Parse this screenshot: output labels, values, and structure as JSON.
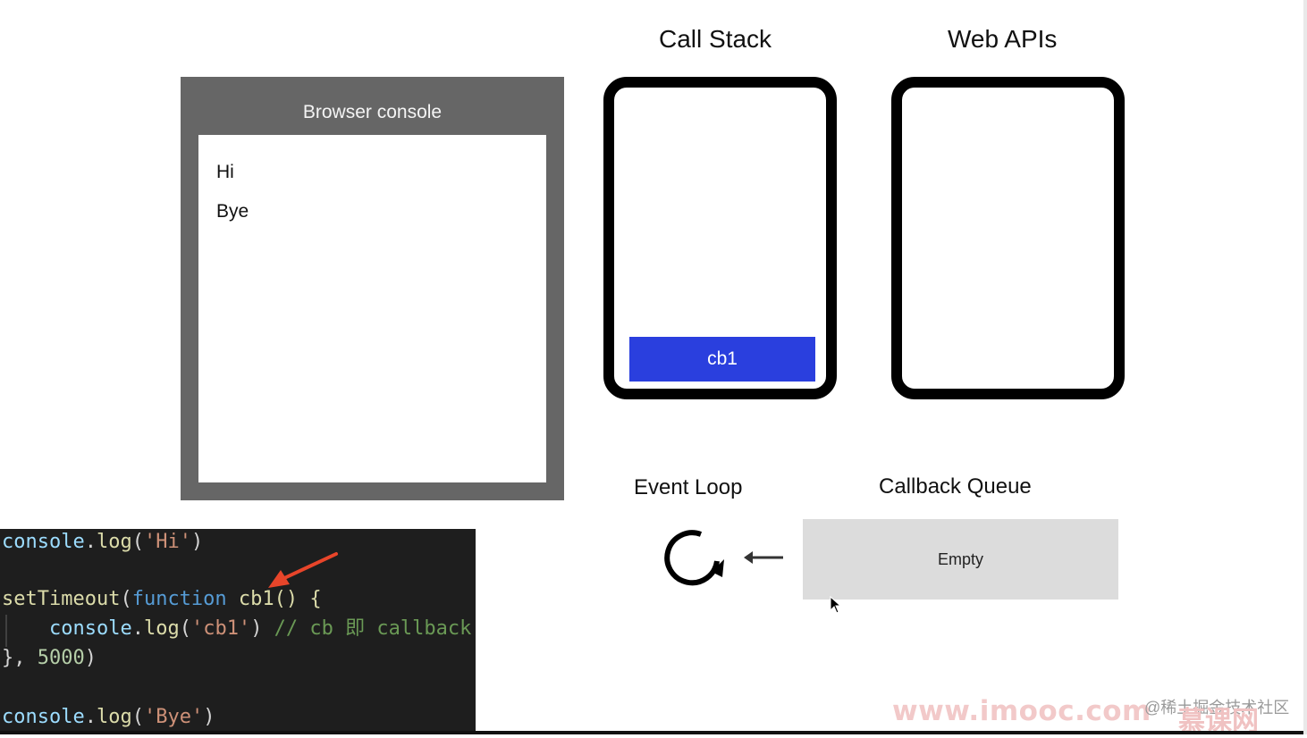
{
  "console": {
    "title": "Browser console",
    "lines": [
      "Hi",
      "Bye"
    ]
  },
  "call_stack": {
    "title": "Call Stack",
    "frames": [
      "cb1"
    ]
  },
  "web_apis": {
    "title": "Web APIs"
  },
  "event_loop": {
    "title": "Event Loop"
  },
  "callback_queue": {
    "title": "Callback Queue",
    "content": "Empty"
  },
  "code": {
    "l1": {
      "a": "console",
      "b": ".",
      "c": "log",
      "d": "(",
      "e": "'Hi'",
      "f": ")"
    },
    "l3": {
      "a": "setTimeout",
      "b": "(",
      "c": "function",
      "d": " cb1() {"
    },
    "l4": {
      "indent": "    ",
      "a": "console",
      "b": ".",
      "c": "log",
      "d": "(",
      "e": "'cb1'",
      "f": ")",
      "g": " // cb 即 callback"
    },
    "l5": {
      "a": "}, ",
      "b": "5000",
      "c": ")"
    },
    "l7": {
      "a": "console",
      "b": ".",
      "c": "log",
      "d": "(",
      "e": "'Bye'",
      "f": ")"
    }
  },
  "watermark": {
    "site": "www.imooc.com",
    "community": "@稀土掘金技术社区",
    "brand": "慕课网"
  },
  "colors": {
    "stack_frame": "#2a3fde",
    "console_frame": "#666666",
    "queue_bg": "#dcdcdc",
    "annotation_arrow": "#e8452a"
  }
}
